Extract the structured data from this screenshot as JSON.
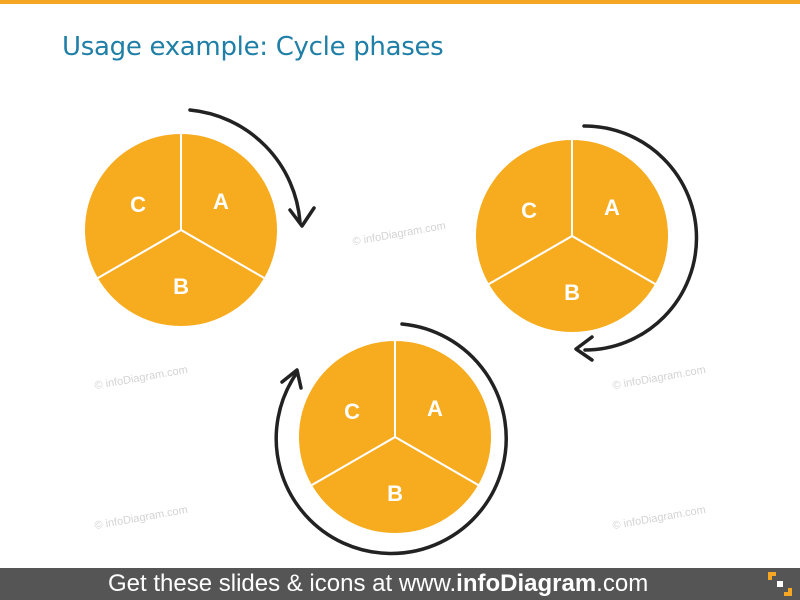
{
  "title": "Usage example: Cycle phases",
  "watermark": "© infoDiagram.com",
  "colors": {
    "accent": "#f5a623",
    "segment": "#f6ac1e",
    "title": "#1f7fa6",
    "footer_bg": "#555555",
    "arrow": "#222222"
  },
  "cycles": [
    {
      "labels": {
        "a": "A",
        "b": "B",
        "c": "C"
      },
      "direction": "clockwise"
    },
    {
      "labels": {
        "a": "A",
        "b": "B",
        "c": "C"
      },
      "direction": "clockwise"
    },
    {
      "labels": {
        "a": "A",
        "b": "B",
        "c": "C"
      },
      "direction": "clockwise"
    }
  ],
  "footer": {
    "prefix": "Get these slides & icons at www.",
    "brand": "infoDiagram",
    "suffix": ".com"
  }
}
